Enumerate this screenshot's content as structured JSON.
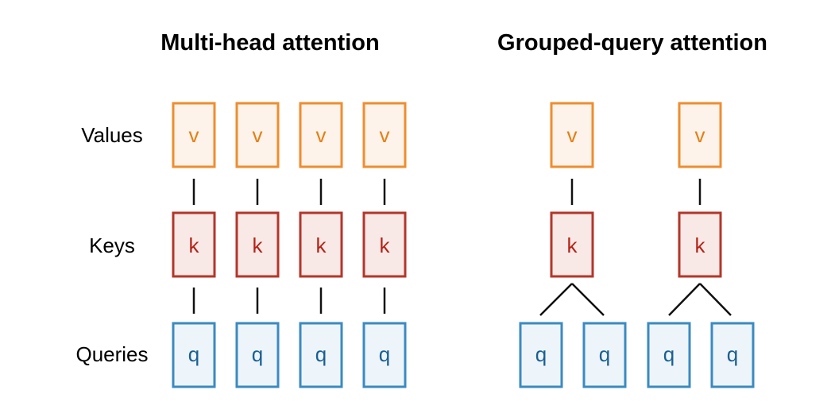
{
  "colors": {
    "value_stroke": "#ef8d2f",
    "value_fill": "#fdf3ea",
    "value_text": "#e57f14",
    "key_stroke": "#b3362a",
    "key_fill": "#f8e9e7",
    "key_text": "#b32418",
    "query_stroke": "#3b8ac1",
    "query_fill": "#edf5fb",
    "query_text": "#1b5f91",
    "line": "#111111"
  },
  "row_labels": {
    "values": "Values",
    "keys": "Keys",
    "queries": "Queries"
  },
  "multi_head": {
    "title": "Multi-head attention",
    "heads": [
      {
        "value": "v",
        "key": "k",
        "query": "q"
      },
      {
        "value": "v",
        "key": "k",
        "query": "q"
      },
      {
        "value": "v",
        "key": "k",
        "query": "q"
      },
      {
        "value": "v",
        "key": "k",
        "query": "q"
      }
    ]
  },
  "grouped_query": {
    "title": "Grouped-query attention",
    "groups": [
      {
        "value": "v",
        "key": "k",
        "queries": [
          "q",
          "q"
        ]
      },
      {
        "value": "v",
        "key": "k",
        "queries": [
          "q",
          "q"
        ]
      }
    ]
  }
}
